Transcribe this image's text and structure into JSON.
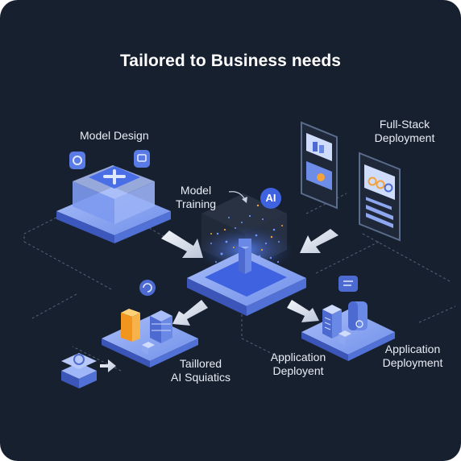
{
  "title": "Tailored to Business needs",
  "labels": {
    "model_design": "Model Design",
    "model_training_1": "Model",
    "model_training_2": "Training",
    "full_stack_1": "Full-Stack",
    "full_stack_2": "Deployment",
    "tailored_1": "Taillored",
    "tailored_2": "AI Squiatics",
    "app_deploy_a_1": "Application",
    "app_deploy_a_2": "Deployent",
    "app_deploy_b_1": "Application",
    "app_deploy_b_2": "Deployment",
    "ai_badge": "AI"
  },
  "colors": {
    "background": "#17202f",
    "platform_top": "#7f9ff0",
    "platform_side": "#4d6ad0",
    "accent_blue": "#3f63e0",
    "accent_orange": "#f4a23a",
    "text": "#e9edf5"
  },
  "icons": [
    "plus-icon",
    "chat-icon",
    "ai-icon",
    "gear-icon",
    "database-icon",
    "server-icon",
    "tablet-icon"
  ]
}
